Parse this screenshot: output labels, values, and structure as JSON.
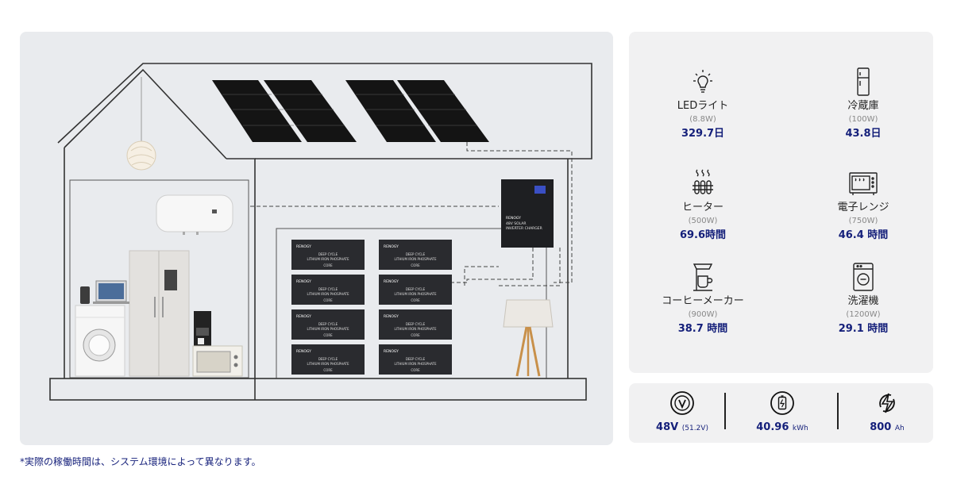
{
  "appliances": [
    {
      "name": "LEDライト",
      "power": "(8.8W)",
      "runtime": "329.7日",
      "icon": "light-bulb-icon"
    },
    {
      "name": "冷蔵庫",
      "power": "(100W)",
      "runtime": "43.8日",
      "icon": "refrigerator-icon"
    },
    {
      "name": "ヒーター",
      "power": "(500W)",
      "runtime": "69.6時間",
      "icon": "heater-icon"
    },
    {
      "name": "電子レンジ",
      "power": "(750W)",
      "runtime": "46.4 時間",
      "icon": "microwave-icon"
    },
    {
      "name": "コーヒーメーカー",
      "power": "(900W)",
      "runtime": "38.7 時間",
      "icon": "coffee-maker-icon"
    },
    {
      "name": "洗濯機",
      "power": "(1200W)",
      "runtime": "29.1 時間",
      "icon": "washing-machine-icon"
    }
  ],
  "stats": [
    {
      "value": "48V",
      "unit": "(51.2V)",
      "icon": "voltage-icon"
    },
    {
      "value": "40.96",
      "unit": "kWh",
      "icon": "battery-icon"
    },
    {
      "value": "800",
      "unit": "Ah",
      "icon": "lightning-icon"
    }
  ],
  "battery_label": {
    "brand": "RENOGY",
    "line1": "DEEP CYCLE",
    "line2": "LITHIUM IRON PHOSPHATE",
    "model": "CORE"
  },
  "inverter_label": {
    "brand": "RENOGY",
    "line1": "48V SOLAR",
    "line2": "INVERTER CHARGER"
  },
  "footnote": "*実際の稼働時間は、システム環境によって異なります。",
  "colors": {
    "accent": "#141f7a",
    "panel_bg": "#f1f1f2",
    "scene_bg": "#e9ebee"
  }
}
